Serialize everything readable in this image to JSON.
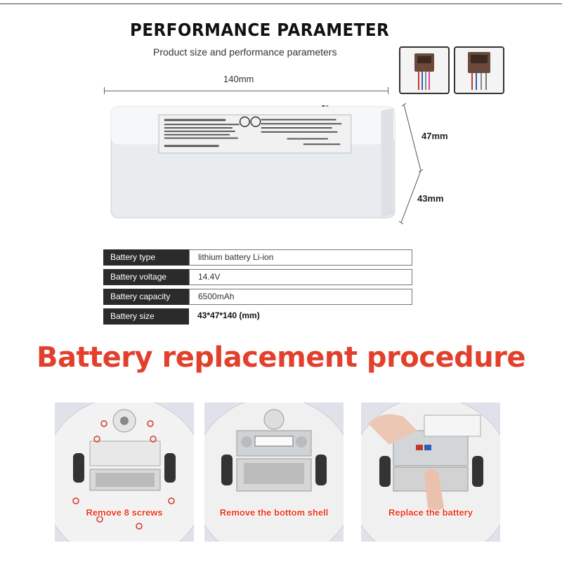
{
  "header": {
    "title": "PERFORMANCE PARAMETER",
    "subtitle": "Product size and performance parameters"
  },
  "dimensions": {
    "length": "140mm",
    "height": "47mm",
    "width": "43mm"
  },
  "specs": [
    {
      "key": "Battery type",
      "value": "lithium battery Li-ion"
    },
    {
      "key": "Battery voltage",
      "value": "14.4V"
    },
    {
      "key": "Battery capacity",
      "value": "6500mAh"
    },
    {
      "key": "Battery size",
      "value": "43*47*140 (mm)"
    }
  ],
  "procedure": {
    "heading": "Battery replacement procedure",
    "steps": [
      {
        "caption": "Remove 8 screws"
      },
      {
        "caption": "Remove the bottom shell"
      },
      {
        "caption": "Replace the battery"
      }
    ]
  },
  "colors": {
    "heading_red": "#e2402c",
    "spec_key_bg": "#2b2b2b",
    "battery_body": "#e9ecef"
  },
  "icons": [
    "connector-image",
    "battery-image",
    "robot-vacuum-image"
  ]
}
